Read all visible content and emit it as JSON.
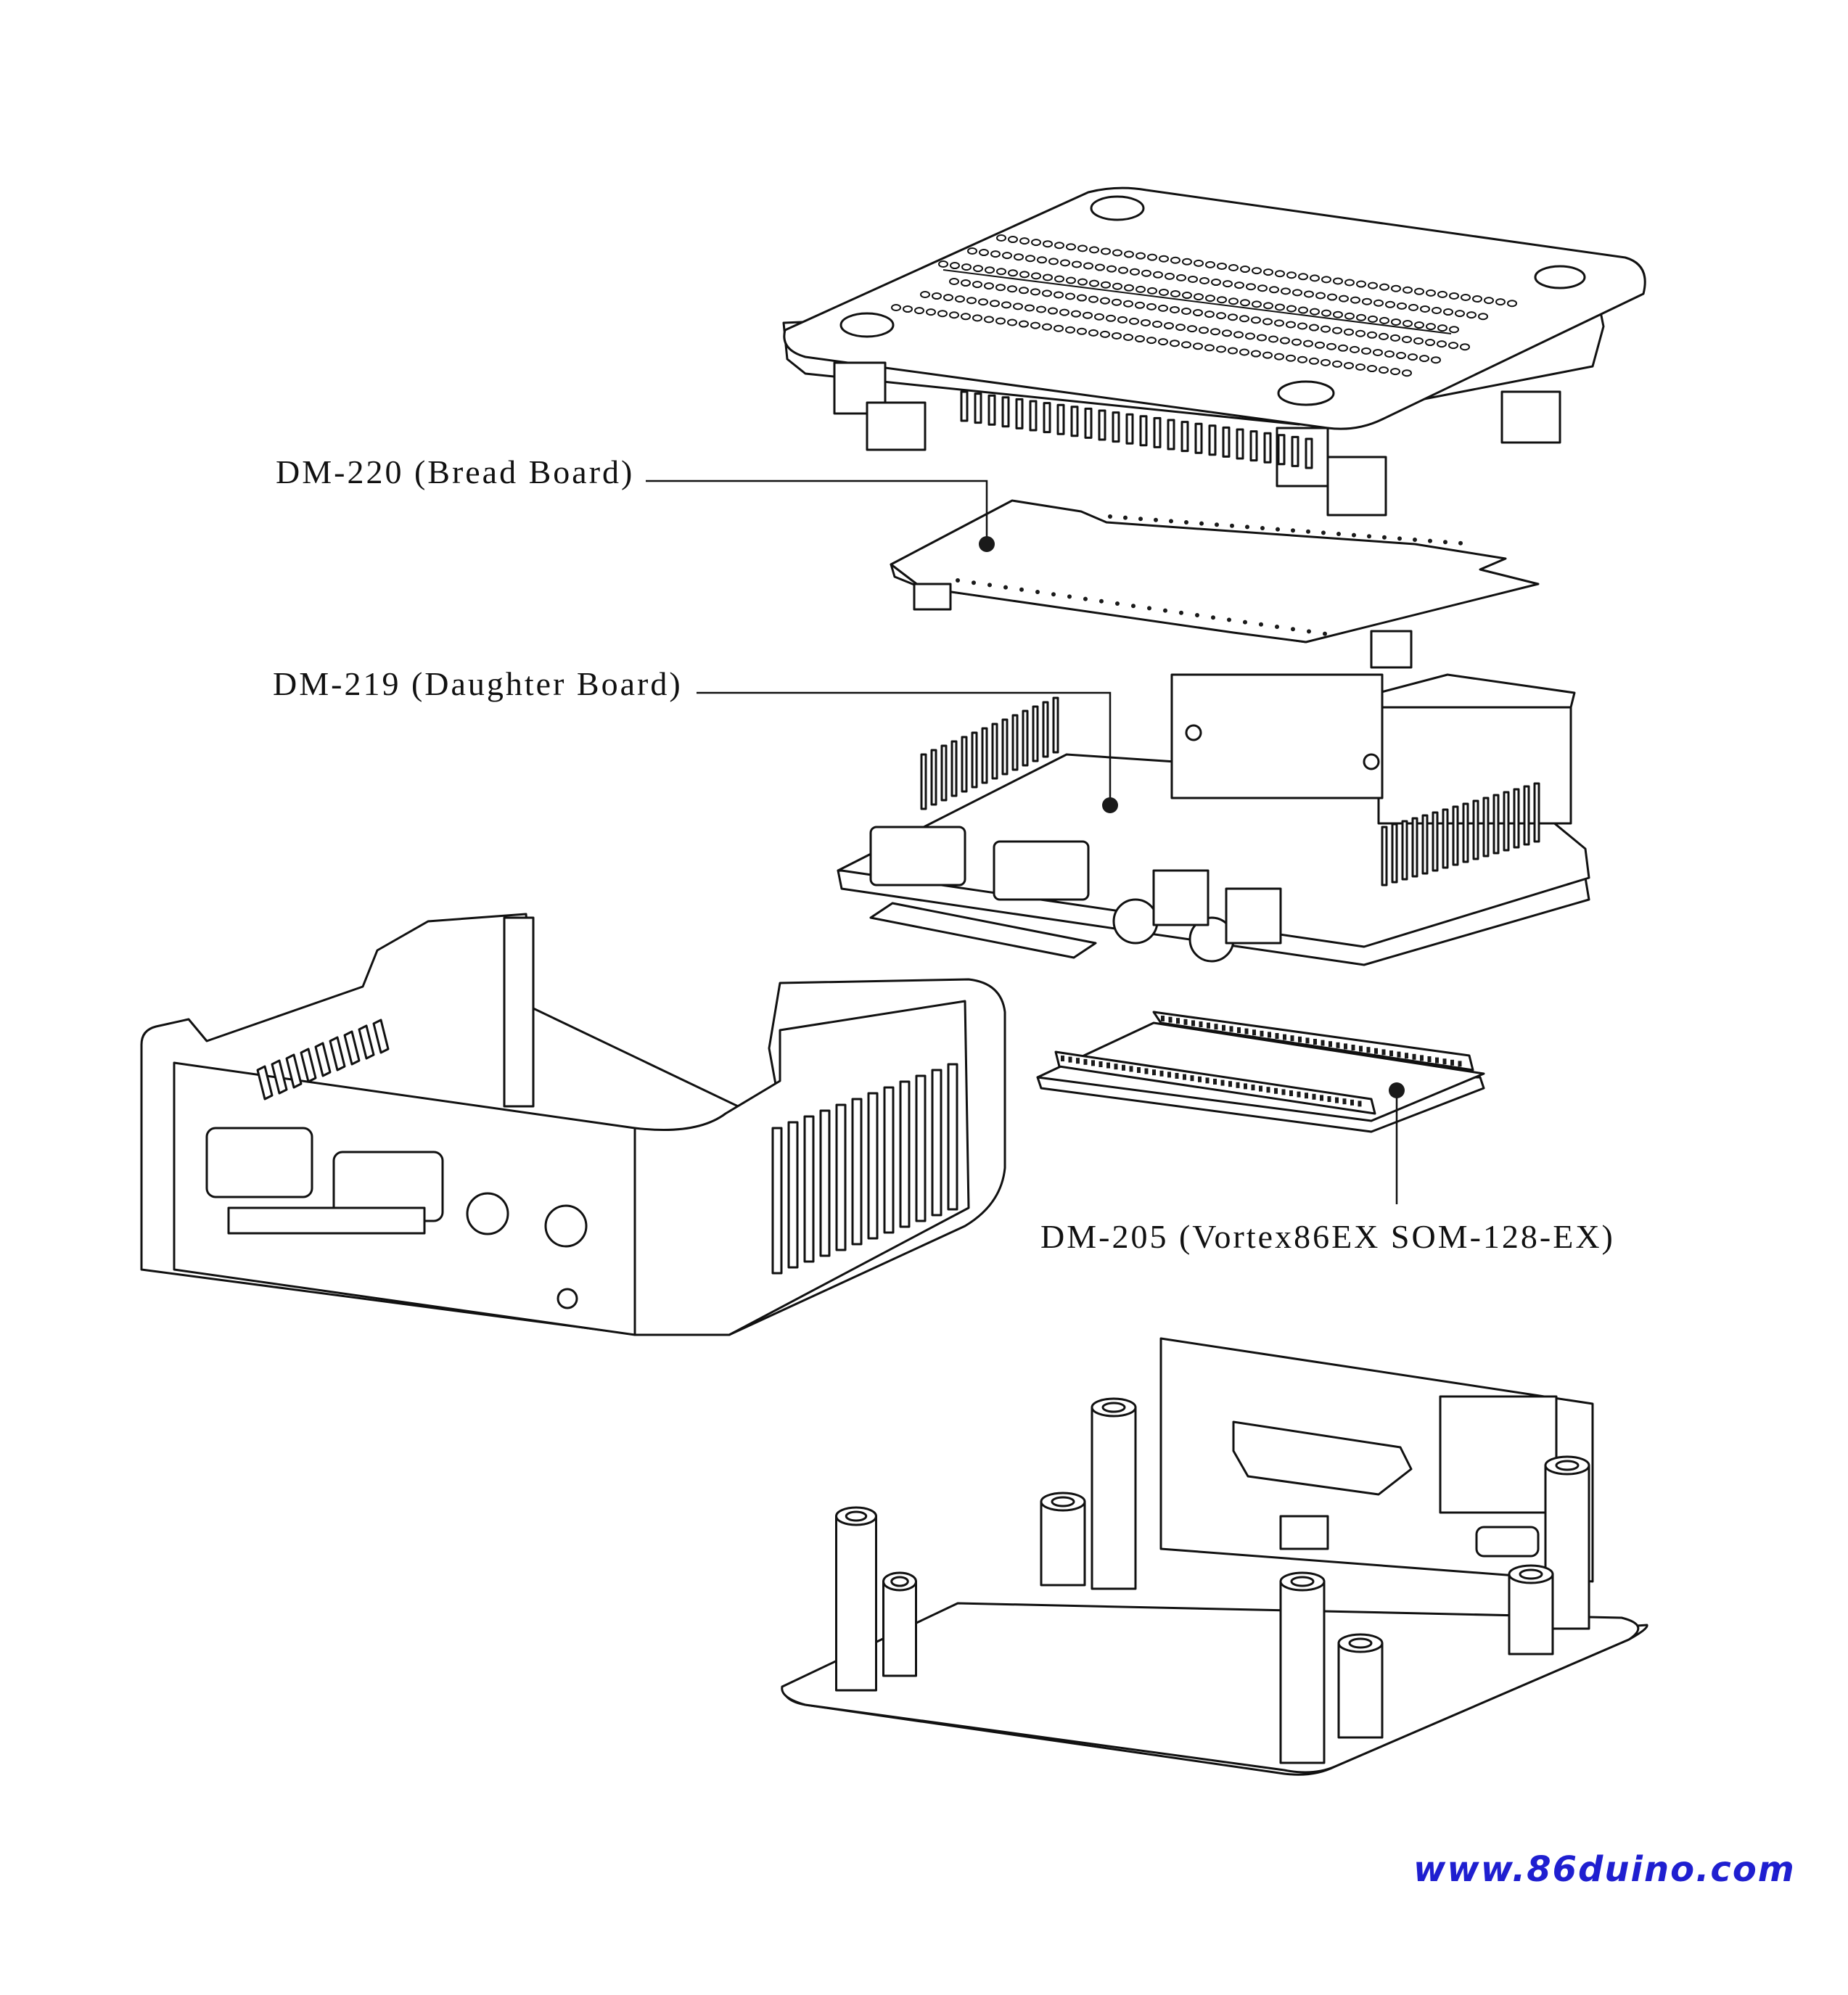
{
  "labels": {
    "dm220": "DM-220 (Bread Board)",
    "dm219": "DM-219 (Daughter Board)",
    "dm205": "DM-205 (Vortex86EX SOM-128-EX)"
  },
  "website": "www.86duino.com",
  "colors": {
    "line": "#111111",
    "fill": "#ffffff",
    "website": "#1f1fd0"
  }
}
